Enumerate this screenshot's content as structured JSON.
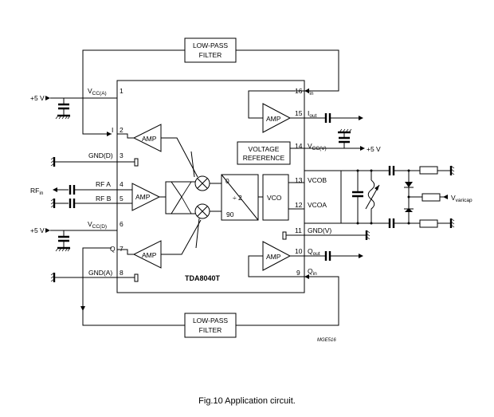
{
  "blocks": {
    "lpf_top_line1": "LOW-PASS",
    "lpf_top_line2": "FILTER",
    "lpf_bottom_line1": "LOW-PASS",
    "lpf_bottom_line2": "FILTER",
    "amp": "AMP",
    "vref_line1": "VOLTAGE",
    "vref_line2": "REFERENCE",
    "vco": "VCO",
    "divider": "÷ 2",
    "phase0": "0",
    "phase90": "90",
    "chip_name": "TDA8040T"
  },
  "left_pins": [
    {
      "num": "1",
      "name": "V",
      "sub": "CC(A)"
    },
    {
      "num": "2",
      "name": "I",
      "sub": ""
    },
    {
      "num": "3",
      "name": "GND(D)",
      "sub": ""
    },
    {
      "num": "4",
      "name": "RF A",
      "sub": ""
    },
    {
      "num": "5",
      "name": "RF B",
      "sub": ""
    },
    {
      "num": "6",
      "name": "V",
      "sub": "CC(D)"
    },
    {
      "num": "7",
      "name": "Q",
      "sub": ""
    },
    {
      "num": "8",
      "name": "GND(A)",
      "sub": ""
    }
  ],
  "right_pins": [
    {
      "num": "16",
      "name": "I",
      "sub": "in"
    },
    {
      "num": "15",
      "name": "I",
      "sub": "out"
    },
    {
      "num": "14",
      "name": "V",
      "sub": "CC(V)"
    },
    {
      "num": "13",
      "name": "VCOB",
      "sub": ""
    },
    {
      "num": "12",
      "name": "VCOA",
      "sub": ""
    },
    {
      "num": "11",
      "name": "GND(V)",
      "sub": ""
    },
    {
      "num": "10",
      "name": "Q",
      "sub": "out"
    },
    {
      "num": "9",
      "name": "Q",
      "sub": "in"
    }
  ],
  "external": {
    "supply_top": "+5 V",
    "supply_bottom": "+5 V",
    "supply_right": "+5 V",
    "rf_in": "RF",
    "rf_in_sub": "in",
    "varicap": "V",
    "varicap_sub": "varicap"
  },
  "code": "MGE516",
  "caption": "Fig.10  Application circuit."
}
